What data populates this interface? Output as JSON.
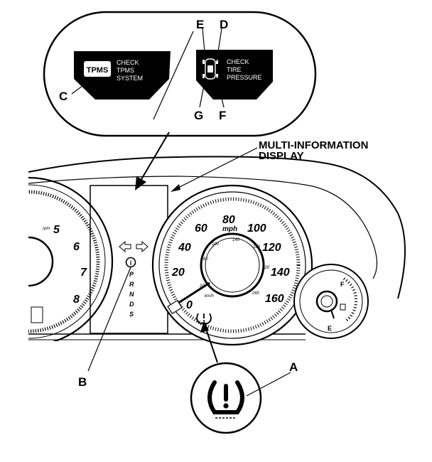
{
  "callouts": {
    "a": "A",
    "b": "B",
    "c": "C",
    "d": "D",
    "e": "E",
    "f": "F",
    "g": "G"
  },
  "heading": {
    "line1": "MULTI-INFORMATION",
    "line2": "DISPLAY"
  },
  "tpms_system_message": {
    "badge": "TPMS",
    "line1": "CHECK",
    "line2": "TPMS",
    "line3": "SYSTEM"
  },
  "tire_pressure_message": {
    "line1": "CHECK",
    "line2": "TIRE",
    "line3": "PRESSURE"
  },
  "speedometer": {
    "unit": "mph",
    "outer_labels": [
      "0",
      "20",
      "40",
      "60",
      "80",
      "100",
      "120",
      "140",
      "160"
    ],
    "inner_labels": [
      "20",
      "60",
      "100",
      "140",
      "180",
      "220",
      "260"
    ],
    "inner_unit": "km/h"
  },
  "tachometer": {
    "unit": "rpm",
    "labels": [
      "5",
      "6",
      "7",
      "8"
    ]
  },
  "gear_indicator": [
    "P",
    "R",
    "N",
    "D",
    "S"
  ],
  "fuel_gauge": {
    "full": "F",
    "empty": "E"
  }
}
